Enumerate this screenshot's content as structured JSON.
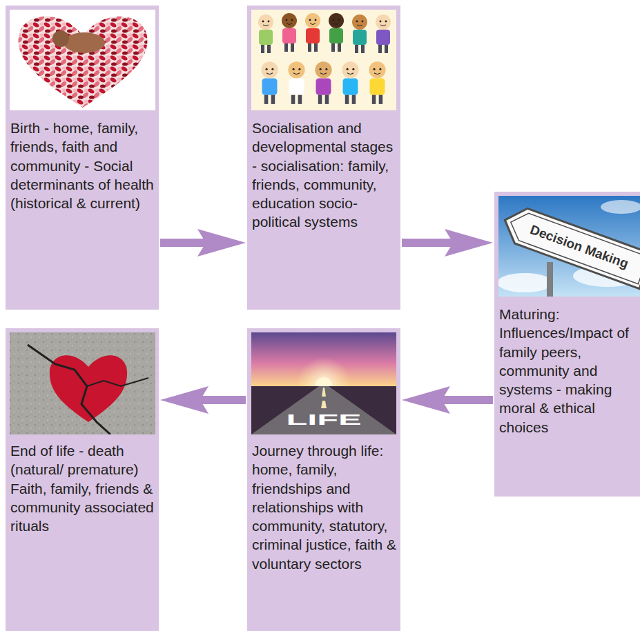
{
  "diagram": {
    "nodes": [
      {
        "text": [
          "Birth - home, family, friends, faith and community - Social determinants of health (historical & current)"
        ]
      },
      {
        "text": [
          "Socialisation and developmental stages - socialisation: family, friends, community, education socio-political systems"
        ]
      },
      {
        "text": [
          "Maturing: Influences/Impact of family peers, community and systems - making moral & ethical choices"
        ]
      },
      {
        "text": [
          "Journey through life: home, family, friendships and relationships with community, statutory, criminal justice, faith & voluntary sectors"
        ]
      },
      {
        "text": [
          "End of life - death (natural/ premature) Faith, family, friends & community associated rituals"
        ]
      }
    ],
    "edges": [
      {
        "from": 0,
        "to": 1,
        "arrow": "to"
      },
      {
        "from": 1,
        "to": 2,
        "arrow": "to"
      },
      {
        "from": 2,
        "to": 3,
        "arrow": "to"
      },
      {
        "from": 3,
        "to": 4,
        "arrow": "to"
      }
    ],
    "labels": [
      "Decision Making",
      "LIFE"
    ]
  }
}
